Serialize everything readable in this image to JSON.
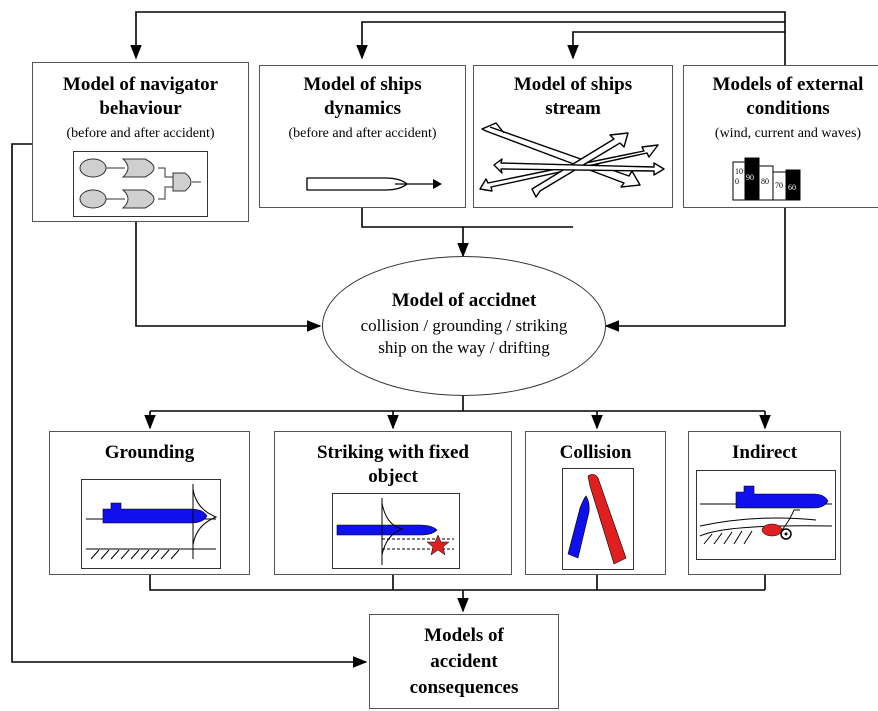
{
  "top_models": {
    "navigator": {
      "title_line1": "Model of navigator",
      "title_line2": "behaviour",
      "subtitle": "(before and after accident)"
    },
    "dynamics": {
      "title_line1": "Model of ships",
      "title_line2": "dynamics",
      "subtitle": "(before and after accident)"
    },
    "stream": {
      "title_line1": "Model of ships",
      "title_line2": "stream"
    },
    "external": {
      "title_line1": "Models of external",
      "title_line2": "conditions",
      "subtitle": "(wind, current and waves)",
      "bars": [
        "10\n0",
        "90",
        "80",
        "70",
        "60"
      ]
    }
  },
  "accident": {
    "title": "Model of accidnet",
    "line1": "collision / grounding / striking",
    "line2": "ship on the way / drifting"
  },
  "outcomes": {
    "grounding": {
      "title": "Grounding"
    },
    "striking": {
      "title_line1": "Striking with fixed",
      "title_line2": "object"
    },
    "collision": {
      "title": "Collision"
    },
    "indirect": {
      "title": "Indirect"
    }
  },
  "consequences": {
    "line1": "Models of",
    "line2": "accident",
    "line3": "consequences"
  },
  "colors": {
    "ship_blue": "#1010ee",
    "danger_red": "#e02020",
    "line": "#000000",
    "box_border": "#555555"
  }
}
